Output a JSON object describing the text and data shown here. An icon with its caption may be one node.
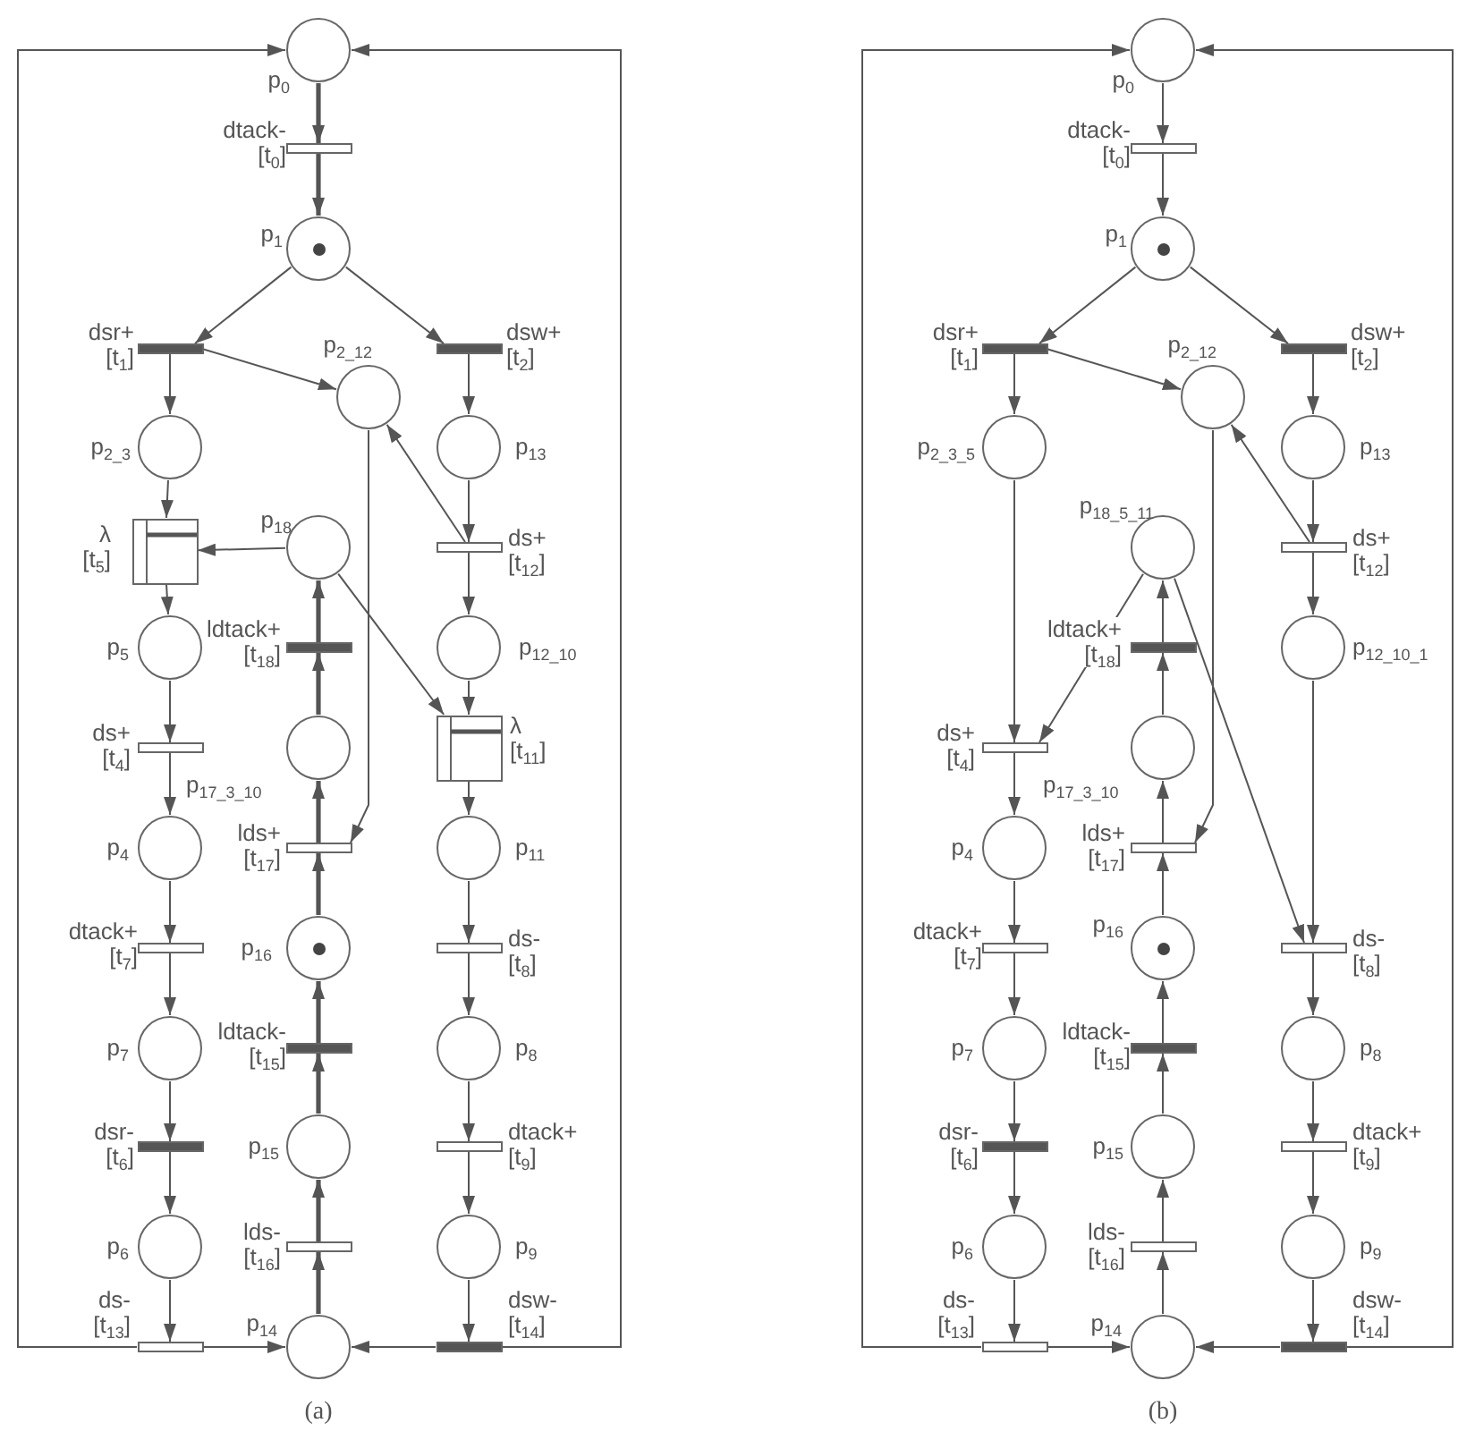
{
  "diagram": {
    "nodes": [
      {
        "text": [],
        "shape": "circle",
        "beside": [
          "p$_{0}$"
        ]
      },
      {
        "text": [],
        "shape": "rectangle",
        "beside": [
          "dtack-",
          "[t$_{0}$]"
        ]
      },
      {
        "text": [],
        "shape": "circle",
        "beside": [
          "p$_{1}$"
        ]
      },
      {
        "text": [],
        "shape": "bar",
        "beside": [
          "dsr+",
          "[t$_{1}$]"
        ]
      },
      {
        "text": [],
        "shape": "bar",
        "beside": [
          "dsw+",
          "[t$_{2}$]"
        ]
      },
      {
        "text": [],
        "shape": "circle",
        "beside": [
          "p$_{2_12}$"
        ]
      },
      {
        "text": [],
        "shape": "circle",
        "beside": [
          "p$_{2_3}$"
        ]
      },
      {
        "text": [],
        "shape": "circle",
        "beside": [
          "p$_{13}$"
        ]
      },
      {
        "text": [],
        "shape": "box",
        "beside": [
          "λ",
          "[t$_{5}$]"
        ]
      },
      {
        "text": [],
        "shape": "circle",
        "beside": [
          "p$_{18}$"
        ]
      },
      {
        "text": [],
        "shape": "rectangle",
        "beside": [
          "ds+",
          "[t$_{12}$]"
        ]
      },
      {
        "text": [],
        "shape": "circle",
        "beside": [
          "p$_{5}$"
        ]
      },
      {
        "text": [],
        "shape": "bar",
        "beside": [
          "ldtack+",
          "[t$_{18}$]"
        ]
      },
      {
        "text": [],
        "shape": "circle",
        "beside": [
          "p$_{12_10}$"
        ]
      },
      {
        "text": [],
        "shape": "rectangle",
        "beside": [
          "ds+",
          "[t$_{4}$]"
        ]
      },
      {
        "text": [],
        "shape": "circle",
        "beside": [
          "p$_{17_3_10}$"
        ]
      },
      {
        "text": [],
        "shape": "box",
        "beside": [
          "λ",
          "[t$_{11}$]"
        ]
      },
      {
        "text": [],
        "shape": "circle",
        "beside": [
          "p$_{4}$"
        ]
      },
      {
        "text": [],
        "shape": "rectangle",
        "beside": [
          "lds+",
          "[t$_{17}$]"
        ]
      },
      {
        "text": [],
        "shape": "circle",
        "beside": [
          "p$_{11}$"
        ]
      },
      {
        "text": [],
        "shape": "rectangle",
        "beside": [
          "dtack+",
          "[t$_{7}$]"
        ]
      },
      {
        "text": [],
        "shape": "circle",
        "beside": [
          "p$_{16}$"
        ]
      },
      {
        "text": [],
        "shape": "rectangle",
        "beside": [
          "ds-",
          "[t$_{8}$]"
        ]
      },
      {
        "text": [],
        "shape": "circle",
        "beside": [
          "p$_{7}$"
        ]
      },
      {
        "text": [],
        "shape": "bar",
        "beside": [
          "ldtack-",
          "[t$_{15}$]"
        ]
      },
      {
        "text": [],
        "shape": "circle",
        "beside": [
          "p$_{8}$"
        ]
      },
      {
        "text": [],
        "shape": "bar",
        "beside": [
          "dsr-",
          "[t$_{6}$]"
        ]
      },
      {
        "text": [],
        "shape": "circle",
        "beside": [
          "p$_{15}$"
        ]
      },
      {
        "text": [],
        "shape": "rectangle",
        "beside": [
          "dtack+",
          "[t$_{9}$]"
        ]
      },
      {
        "text": [],
        "shape": "circle",
        "beside": [
          "p$_{6}$"
        ]
      },
      {
        "text": [],
        "shape": "rectangle",
        "beside": [
          "lds-",
          "[t$_{16}$]"
        ]
      },
      {
        "text": [],
        "shape": "circle",
        "beside": [
          "p$_{9}$"
        ]
      },
      {
        "text": [],
        "shape": "rectangle",
        "beside": [
          "ds-",
          "[t$_{13}$]"
        ]
      },
      {
        "text": [],
        "shape": "circle",
        "beside": [
          "p$_{14}$"
        ]
      },
      {
        "text": [],
        "shape": "bar",
        "beside": [
          "dsw-",
          "[t$_{14}$]"
        ]
      },
      {
        "text": [],
        "shape": "circle",
        "beside": [
          "p$_{0}$"
        ]
      },
      {
        "text": [],
        "shape": "rectangle",
        "beside": [
          "dtack-",
          "[t$_{0}$]"
        ]
      },
      {
        "text": [],
        "shape": "circle",
        "beside": [
          "p$_{1}$"
        ]
      },
      {
        "text": [],
        "shape": "bar",
        "beside": [
          "dsr+",
          "[t$_{1}$]"
        ]
      },
      {
        "text": [],
        "shape": "bar",
        "beside": [
          "dsw+",
          "[t$_{2}$]"
        ]
      },
      {
        "text": [],
        "shape": "circle",
        "beside": [
          "p$_{2_12}$"
        ]
      },
      {
        "text": [],
        "shape": "circle",
        "beside": [
          "p$_{2_3_5}$"
        ]
      },
      {
        "text": [],
        "shape": "circle",
        "beside": [
          "p$_{13}$"
        ]
      },
      {
        "text": [],
        "shape": "circle",
        "beside": [
          "p$_{18_5_11}$"
        ]
      },
      {
        "text": [],
        "shape": "rectangle",
        "beside": [
          "ds+",
          "[t$_{12}$]"
        ]
      },
      {
        "text": [],
        "shape": "bar",
        "beside": [
          "ldtack+",
          "[t$_{18}$]"
        ]
      },
      {
        "text": [],
        "shape": "circle",
        "beside": [
          "p$_{12_10_1}$"
        ]
      },
      {
        "text": [],
        "shape": "rectangle",
        "beside": [
          "ds+",
          "[t$_{4}$]"
        ]
      },
      {
        "text": [],
        "shape": "circle",
        "beside": [
          "p$_{17_3_10}$"
        ]
      },
      {
        "text": [],
        "shape": "circle",
        "beside": [
          "p$_{4}$"
        ]
      },
      {
        "text": [],
        "shape": "rectangle",
        "beside": [
          "lds+",
          "[t$_{17}$]"
        ]
      },
      {
        "text": [],
        "shape": "rectangle",
        "beside": [
          "dtack+",
          "[t$_{7}$]"
        ]
      },
      {
        "text": [],
        "shape": "circle",
        "beside": [
          "p$_{16}$"
        ]
      },
      {
        "text": [],
        "shape": "rectangle",
        "beside": [
          "ds-",
          "[t$_{8}$]"
        ]
      },
      {
        "text": [],
        "shape": "circle",
        "beside": [
          "p$_{7}$"
        ]
      },
      {
        "text": [],
        "shape": "bar",
        "beside": [
          "ldtack-",
          "[t$_{15}$]"
        ]
      },
      {
        "text": [],
        "shape": "circle",
        "beside": [
          "p$_{8}$"
        ]
      },
      {
        "text": [],
        "shape": "bar",
        "beside": [
          "dsr-",
          "[t$_{6}$]"
        ]
      },
      {
        "text": [],
        "shape": "circle",
        "beside": [
          "p$_{15}$"
        ]
      },
      {
        "text": [],
        "shape": "rectangle",
        "beside": [
          "dtack+",
          "[t$_{9}$]"
        ]
      },
      {
        "text": [],
        "shape": "circle",
        "beside": [
          "p$_{6}$"
        ]
      },
      {
        "text": [],
        "shape": "rectangle",
        "beside": [
          "lds-",
          "[t$_{16}$]"
        ]
      },
      {
        "text": [],
        "shape": "circle",
        "beside": [
          "p$_{9}$"
        ]
      },
      {
        "text": [],
        "shape": "rectangle",
        "beside": [
          "ds-",
          "[t$_{13}$]"
        ]
      },
      {
        "text": [],
        "shape": "circle",
        "beside": [
          "p$_{14}$"
        ]
      },
      {
        "text": [],
        "shape": "bar",
        "beside": [
          "dsw-",
          "[t$_{14}$]"
        ]
      },
      {
        "text": [],
        "shape": "dot",
        "in": 2
      },
      {
        "text": [],
        "shape": "dot",
        "in": 21
      },
      {
        "text": [],
        "shape": "dot",
        "in": 37
      },
      {
        "text": [],
        "shape": "dot",
        "in": 52
      }
    ],
    "edges": [
      {
        "from": 0,
        "to": 1,
        "arrow": "to",
        "style": "thick"
      },
      {
        "from": 1,
        "to": 2,
        "arrow": "to",
        "style": "thick"
      },
      {
        "from": 2,
        "to": 3,
        "arrow": "to"
      },
      {
        "from": 2,
        "to": 4,
        "arrow": "to"
      },
      {
        "from": 3,
        "to": 6,
        "arrow": "to"
      },
      {
        "from": 3,
        "to": 5,
        "arrow": "to"
      },
      {
        "from": 4,
        "to": 7,
        "arrow": "to"
      },
      {
        "from": 6,
        "to": 8,
        "arrow": "to"
      },
      {
        "from": 9,
        "to": 8,
        "arrow": "to"
      },
      {
        "from": 7,
        "to": 10,
        "arrow": "to"
      },
      {
        "from": 10,
        "to": 5,
        "arrow": "to"
      },
      {
        "from": 10,
        "to": 13,
        "arrow": "to"
      },
      {
        "from": 8,
        "to": 11,
        "arrow": "to"
      },
      {
        "from": 9,
        "to": 16,
        "arrow": "to"
      },
      {
        "from": 11,
        "to": 14,
        "arrow": "to"
      },
      {
        "from": 13,
        "to": 16,
        "arrow": "to"
      },
      {
        "from": 14,
        "to": 17,
        "arrow": "to"
      },
      {
        "from": 5,
        "to": 18,
        "arrow": "to"
      },
      {
        "from": 15,
        "to": 12,
        "arrow": "to",
        "style": "thick"
      },
      {
        "from": 12,
        "to": 9,
        "arrow": "to",
        "style": "thick"
      },
      {
        "from": 16,
        "to": 19,
        "arrow": "to"
      },
      {
        "from": 18,
        "to": 15,
        "arrow": "to",
        "style": "thick"
      },
      {
        "from": 17,
        "to": 20,
        "arrow": "to"
      },
      {
        "from": 19,
        "to": 22,
        "arrow": "to"
      },
      {
        "from": 21,
        "to": 18,
        "arrow": "to",
        "style": "thick"
      },
      {
        "from": 20,
        "to": 23,
        "arrow": "to"
      },
      {
        "from": 22,
        "to": 25,
        "arrow": "to"
      },
      {
        "from": 24,
        "to": 21,
        "arrow": "to",
        "style": "thick"
      },
      {
        "from": 23,
        "to": 26,
        "arrow": "to"
      },
      {
        "from": 25,
        "to": 28,
        "arrow": "to"
      },
      {
        "from": 27,
        "to": 24,
        "arrow": "to",
        "style": "thick"
      },
      {
        "from": 26,
        "to": 29,
        "arrow": "to"
      },
      {
        "from": 28,
        "to": 31,
        "arrow": "to"
      },
      {
        "from": 30,
        "to": 27,
        "arrow": "to",
        "style": "thick"
      },
      {
        "from": 29,
        "to": 32,
        "arrow": "to"
      },
      {
        "from": 31,
        "to": 34,
        "arrow": "to"
      },
      {
        "from": 33,
        "to": 30,
        "arrow": "to",
        "style": "thick"
      },
      {
        "from": 32,
        "to": 33,
        "arrow": "to"
      },
      {
        "from": 34,
        "to": 33,
        "arrow": "to"
      },
      {
        "from": 32,
        "to": 0,
        "arrow": "to"
      },
      {
        "from": 34,
        "to": 0,
        "arrow": "to"
      },
      {
        "from": 35,
        "to": 36,
        "arrow": "to"
      },
      {
        "from": 36,
        "to": 37,
        "arrow": "to"
      },
      {
        "from": 37,
        "to": 38,
        "arrow": "to"
      },
      {
        "from": 37,
        "to": 39,
        "arrow": "to"
      },
      {
        "from": 38,
        "to": 41,
        "arrow": "to"
      },
      {
        "from": 38,
        "to": 40,
        "arrow": "to"
      },
      {
        "from": 39,
        "to": 42,
        "arrow": "to"
      },
      {
        "from": 42,
        "to": 44,
        "arrow": "to"
      },
      {
        "from": 44,
        "to": 40,
        "arrow": "to"
      },
      {
        "from": 44,
        "to": 46,
        "arrow": "to"
      },
      {
        "from": 41,
        "to": 47,
        "arrow": "to"
      },
      {
        "from": 43,
        "to": 47,
        "arrow": "to"
      },
      {
        "from": 43,
        "to": 53,
        "arrow": "to"
      },
      {
        "from": 46,
        "to": 53,
        "arrow": "to"
      },
      {
        "from": 40,
        "to": 50,
        "arrow": "to"
      },
      {
        "from": 48,
        "to": 45,
        "arrow": "to"
      },
      {
        "from": 45,
        "to": 43,
        "arrow": "to"
      },
      {
        "from": 47,
        "to": 49,
        "arrow": "to"
      },
      {
        "from": 50,
        "to": 48,
        "arrow": "to"
      },
      {
        "from": 49,
        "to": 51,
        "arrow": "to"
      },
      {
        "from": 52,
        "to": 50,
        "arrow": "to"
      },
      {
        "from": 51,
        "to": 54,
        "arrow": "to"
      },
      {
        "from": 53,
        "to": 56,
        "arrow": "to"
      },
      {
        "from": 55,
        "to": 52,
        "arrow": "to"
      },
      {
        "from": 54,
        "to": 57,
        "arrow": "to"
      },
      {
        "from": 56,
        "to": 59,
        "arrow": "to"
      },
      {
        "from": 58,
        "to": 55,
        "arrow": "to"
      },
      {
        "from": 57,
        "to": 60,
        "arrow": "to"
      },
      {
        "from": 59,
        "to": 62,
        "arrow": "to"
      },
      {
        "from": 61,
        "to": 58,
        "arrow": "to"
      },
      {
        "from": 60,
        "to": 63,
        "arrow": "to"
      },
      {
        "from": 62,
        "to": 65,
        "arrow": "to"
      },
      {
        "from": 64,
        "to": 61,
        "arrow": "to"
      },
      {
        "from": 63,
        "to": 64,
        "arrow": "to"
      },
      {
        "from": 65,
        "to": 64,
        "arrow": "to"
      },
      {
        "from": 63,
        "to": 35,
        "arrow": "to"
      },
      {
        "from": 65,
        "to": 35,
        "arrow": "to"
      }
    ],
    "labels": [
      "(a)",
      "(b)"
    ]
  }
}
